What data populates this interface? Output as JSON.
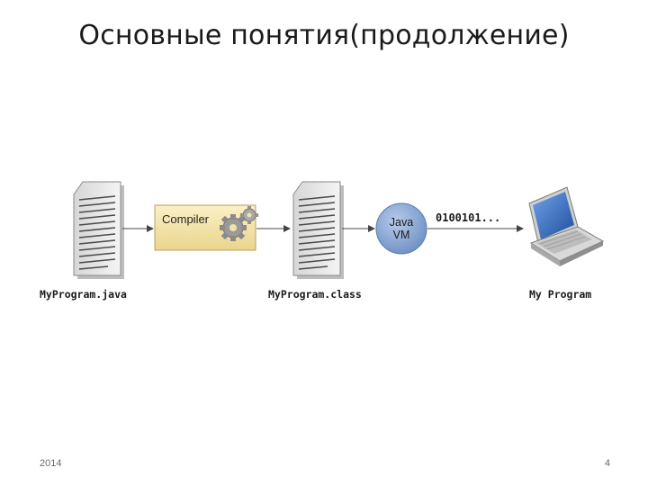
{
  "slide": {
    "title": "Основные понятия(продолжение)",
    "footer_left": "2014",
    "page_number": "4"
  },
  "diagram": {
    "compiler_label": "Compiler",
    "jvm_label_line1": "Java",
    "jvm_label_line2": "VM",
    "bytecode_text": "0100101...",
    "source_file_label": "MyProgram.java",
    "class_file_label": "MyProgram.class",
    "program_label": "My Program",
    "icons": [
      "document-icon",
      "gears-icon",
      "document-icon",
      "laptop-icon"
    ],
    "colors": {
      "compiler_fill": "#f3e3a8",
      "jvm_fill": "#7f9fcf",
      "laptop_screen": "#3b6db8"
    }
  }
}
